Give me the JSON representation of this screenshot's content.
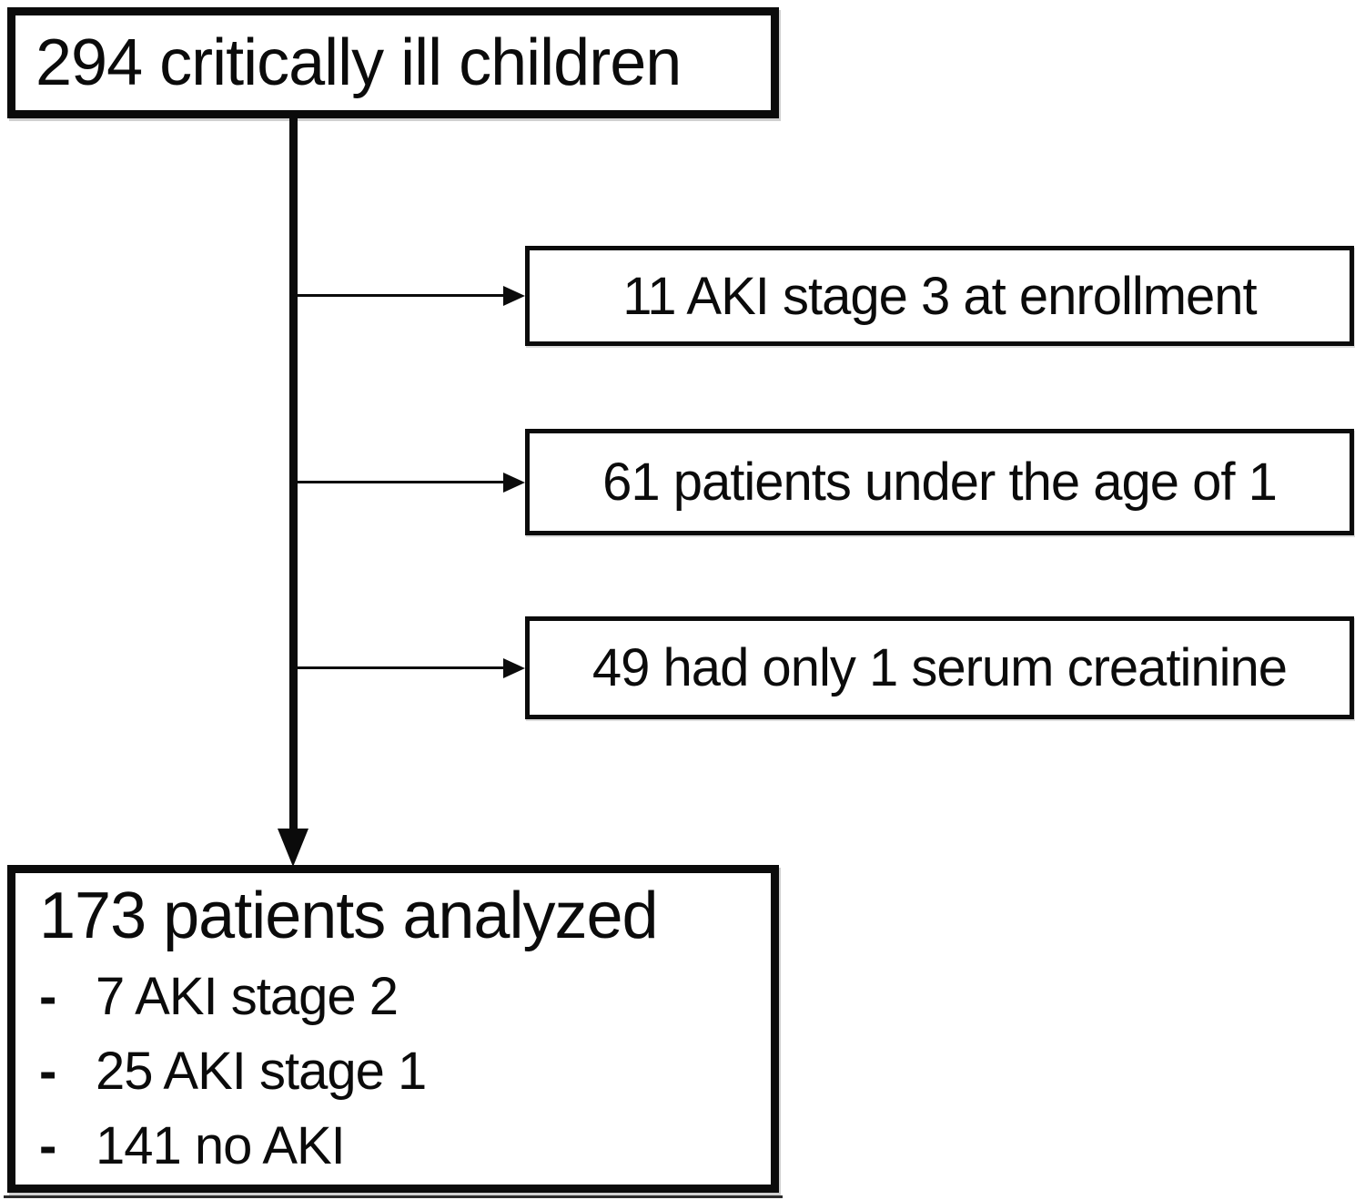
{
  "diagram": {
    "type": "flowchart",
    "top_box": {
      "label": "294 critically ill children"
    },
    "exclusions": [
      {
        "label": "11 AKI stage 3 at enrollment"
      },
      {
        "label": "61 patients under the age of 1"
      },
      {
        "label": "49 had only 1 serum creatinine"
      }
    ],
    "bottom_box": {
      "title": "173 patients analyzed",
      "items": [
        {
          "bullet": "-",
          "label": "7 AKI stage 2"
        },
        {
          "bullet": "-",
          "label": "25 AKI stage 1"
        },
        {
          "bullet": "-",
          "label": "141 no AKI"
        }
      ]
    },
    "colors": {
      "line": "#0b0b0b",
      "background": "#ffffff"
    }
  }
}
